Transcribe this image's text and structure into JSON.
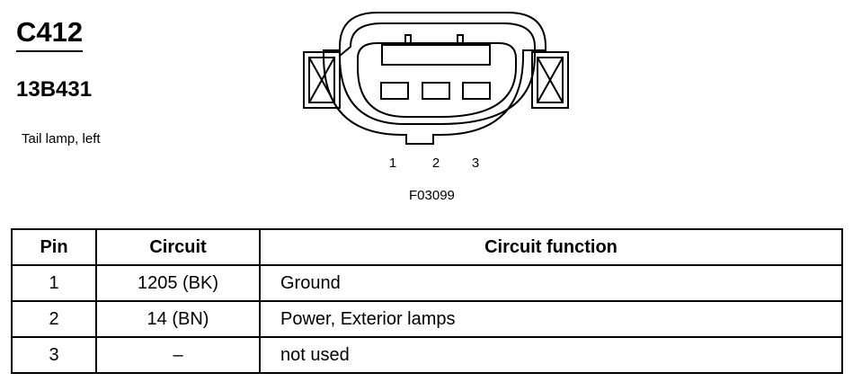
{
  "header": {
    "connector_id": "C412",
    "part_number": "13B431",
    "description": "Tail lamp, left"
  },
  "diagram": {
    "pin_labels": [
      "1",
      "2",
      "3"
    ],
    "figure_id": "F03099"
  },
  "table": {
    "headers": [
      "Pin",
      "Circuit",
      "Circuit function"
    ],
    "rows": [
      {
        "pin": "1",
        "circuit": "1205 (BK)",
        "function": "Ground"
      },
      {
        "pin": "2",
        "circuit": "14 (BN)",
        "function": "Power, Exterior lamps"
      },
      {
        "pin": "3",
        "circuit": "–",
        "function": "not used"
      }
    ]
  }
}
